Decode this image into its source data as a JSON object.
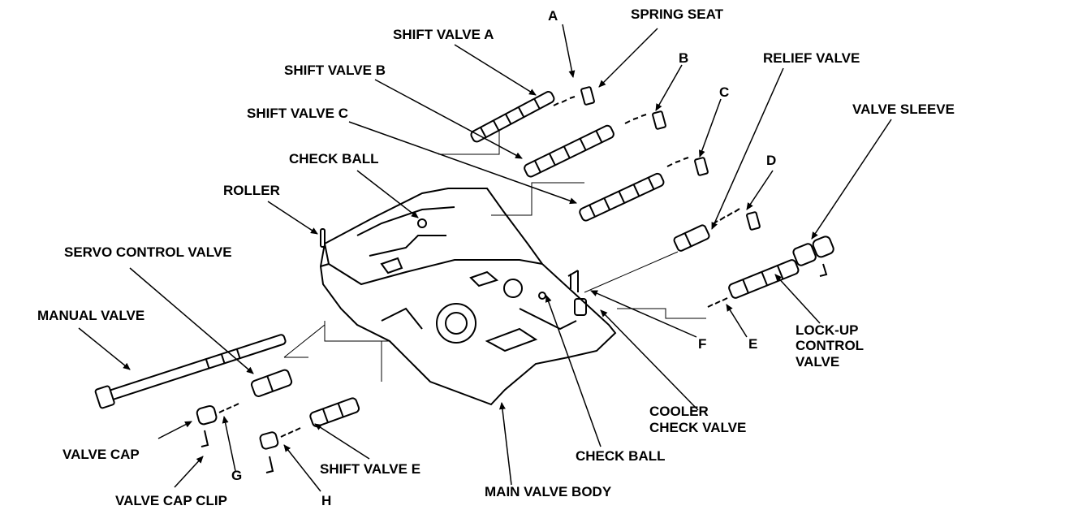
{
  "labels": {
    "shift_valve_a": "SHIFT VALVE A",
    "a": "A",
    "spring_seat": "SPRING SEAT",
    "b": "B",
    "relief_valve": "RELIEF VALVE",
    "shift_valve_b": "SHIFT VALVE B",
    "c": "C",
    "valve_sleeve": "VALVE SLEEVE",
    "shift_valve_c": "SHIFT VALVE C",
    "check_ball_top": "CHECK BALL",
    "d": "D",
    "roller": "ROLLER",
    "servo_control_valve": "SERVO CONTROL VALVE",
    "manual_valve": "MANUAL VALVE",
    "lock_up_line1": "LOCK-UP",
    "lock_up_line2": "CONTROL",
    "lock_up_line3": "VALVE",
    "f": "F",
    "e": "E",
    "cooler_check_valve": "COOLER CHECK VALVE",
    "valve_cap": "VALVE CAP",
    "g": "G",
    "check_ball_bottom": "CHECK BALL",
    "shift_valve_e": "SHIFT VALVE E",
    "main_valve_body": "MAIN VALVE BODY",
    "valve_cap_clip": "VALVE CAP CLIP",
    "h": "H"
  }
}
